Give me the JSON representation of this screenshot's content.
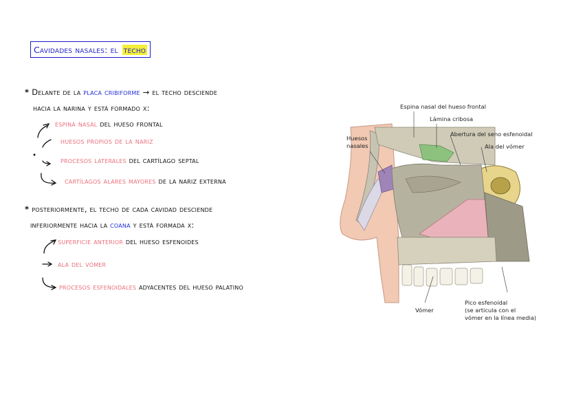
{
  "title": {
    "main": "Cavidades nasales: el",
    "highlight": "techo"
  },
  "section1": {
    "bullet": "*",
    "intro_a": "Delante de la",
    "intro_term": "placa cribiforme",
    "intro_b": "→ el techo desciende",
    "intro_line2": "hacia la narina y está formado x:",
    "items": [
      {
        "term": "espina nasal",
        "rest": "del hueso frontal"
      },
      {
        "term": "huesos propios de la nariz",
        "rest": ""
      },
      {
        "term": "procesos laterales",
        "rest": "del cartílago septal"
      },
      {
        "term": "cartílagos alares mayores",
        "rest": "de la nariz externa"
      }
    ]
  },
  "section2": {
    "bullet": "*",
    "intro_line1": "posteriormente, el techo de cada cavidad desciende",
    "intro_a": "inferiormente hacia la",
    "intro_term": "coana",
    "intro_b": "y está formada x:",
    "items": [
      {
        "term": "superficie anterior",
        "rest": "del hueso esfenoides"
      },
      {
        "term": "ala del vómer",
        "rest": ""
      },
      {
        "term": "procesos esfenoidales",
        "rest": "adyacentes del hueso palatino"
      }
    ]
  },
  "figure": {
    "labels": {
      "espina": "Espina nasal del hueso frontal",
      "lamina": "Lámina cribosa",
      "abertura": "Abertura del seno esfenoidal",
      "huesos_1": "Huesos",
      "huesos_2": "nasales",
      "ala": "Ala del vómer",
      "pico_1": "Pico esfenoidal",
      "pico_2": "(se articula con el",
      "pico_3": "vómer en la línea media)",
      "vomer": "Vómer"
    }
  }
}
